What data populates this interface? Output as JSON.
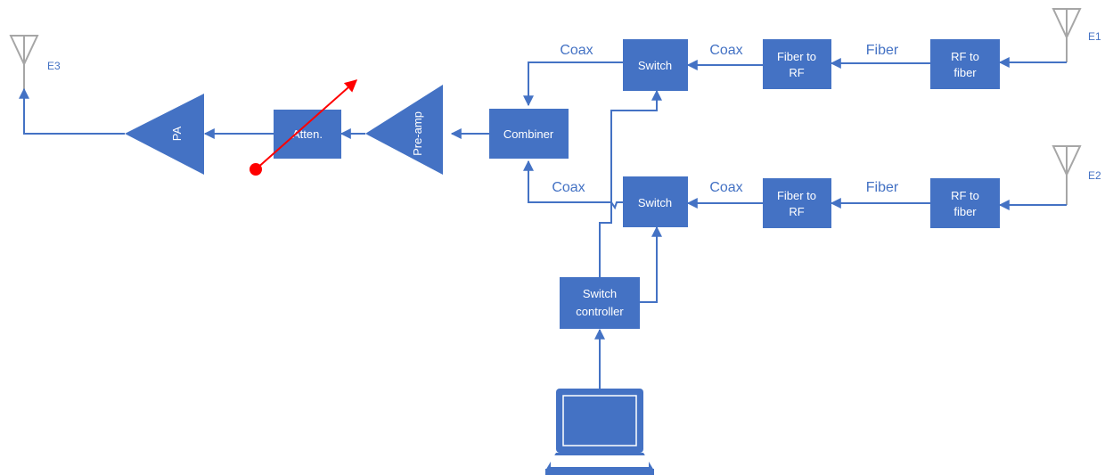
{
  "antennas": {
    "e1": "E1",
    "e2": "E2",
    "e3": "E3"
  },
  "blocks": {
    "rf_to_fiber_1": [
      "RF to",
      "fiber"
    ],
    "rf_to_fiber_2": [
      "RF to",
      "fiber"
    ],
    "fiber_to_rf_1": [
      "Fiber to",
      "RF"
    ],
    "fiber_to_rf_2": [
      "Fiber to",
      "RF"
    ],
    "switch_1": "Switch",
    "switch_2": "Switch",
    "combiner": "Combiner",
    "pre_amp": "Pre-amp",
    "atten": "Atten.",
    "pa": "PA",
    "switch_controller": [
      "Switch",
      "controller"
    ]
  },
  "link_labels": {
    "fiber_top": "Fiber",
    "fiber_bottom": "Fiber",
    "coax_top_right": "Coax",
    "coax_top_left": "Coax",
    "coax_bottom_right": "Coax",
    "coax_bottom_left": "Coax"
  },
  "colors": {
    "block": "#4472C4",
    "antenna": "#A6A6A6",
    "attenuator_arrow": "#FF0000"
  },
  "icons": {
    "computer": "laptop-icon"
  }
}
